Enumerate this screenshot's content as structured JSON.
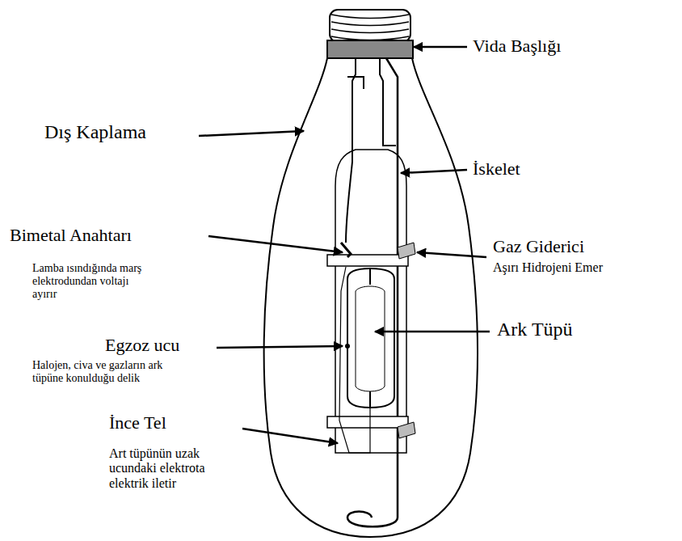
{
  "diagram": {
    "labels": [
      "Vida Başlığı",
      "Dış Kaplama",
      "İskelet",
      "Bimetal Anahtarı",
      "Lamba ısındığında marş elektrodundan voltajı ayırır",
      "Gaz Giderici",
      "Aşırı Hidrojeni Emer",
      "Ark Tüpü",
      "Egzoz ucu",
      "Halojen, civa ve gazların ark tüpüne konulduğu delik",
      "İnce Tel",
      "Art tüpünün uzak ucundaki elektrota elektrik iletir"
    ]
  }
}
